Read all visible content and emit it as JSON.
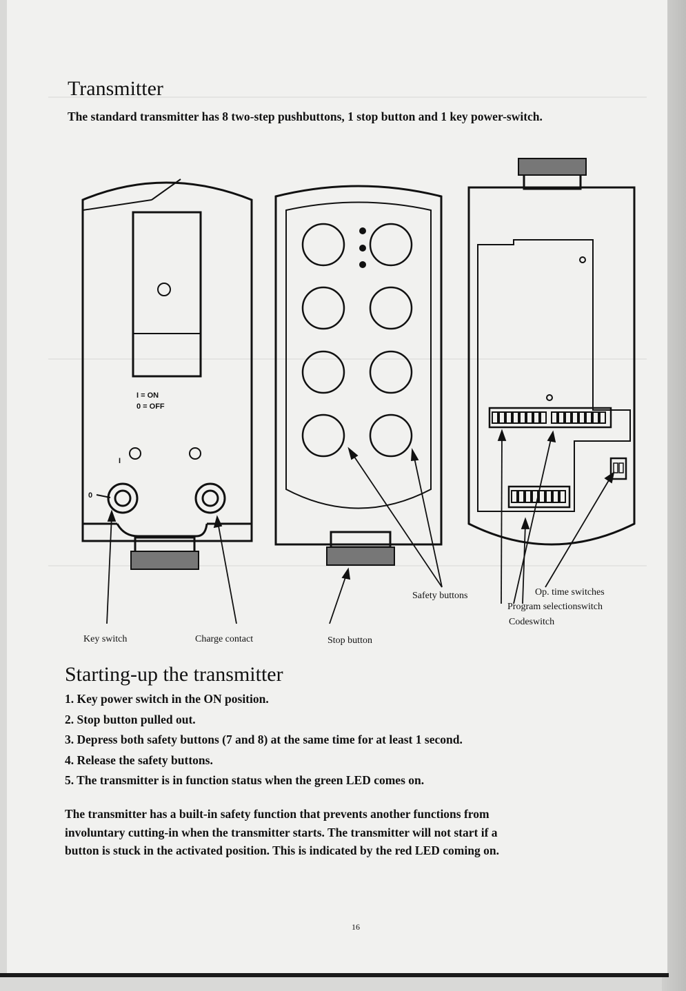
{
  "section1": {
    "title": "Transmitter",
    "intro": "The standard transmitter has 8 two-step pushbuttons, 1 stop button and 1 key power-switch."
  },
  "diagram": {
    "switch_on": "I = ON",
    "switch_off": "0 = OFF",
    "marker_i": "I",
    "marker_0": "0",
    "labels": {
      "key_switch": "Key switch",
      "charge_contact": "Charge contact",
      "stop_button": "Stop button",
      "safety_buttons": "Safety buttons",
      "op_time_switches": "Op. time switches",
      "program_selection_switch": "Program selectionswitch",
      "codeswitch": "Codeswitch"
    },
    "icons": [
      "key-switch-icon",
      "charge-contact-icon",
      "stop-button-icon",
      "pushbutton-icon",
      "dip-switch-icon"
    ]
  },
  "section2": {
    "title": "Starting-up the transmitter",
    "steps": [
      "1. Key power switch in the ON position.",
      "2. Stop button pulled out.",
      "3. Depress both safety buttons (7 and 8) at the same time for at least 1 second.",
      "4. Release the safety buttons.",
      "5. The transmitter is in function status when the green LED comes on."
    ],
    "paragraph": "The transmitter has a built-in safety function that prevents another functions from involuntary cutting-in when the transmitter starts. The transmitter will not start if a button is stuck in the activated position. This is indicated by the red LED coming on."
  },
  "page_number": "16"
}
